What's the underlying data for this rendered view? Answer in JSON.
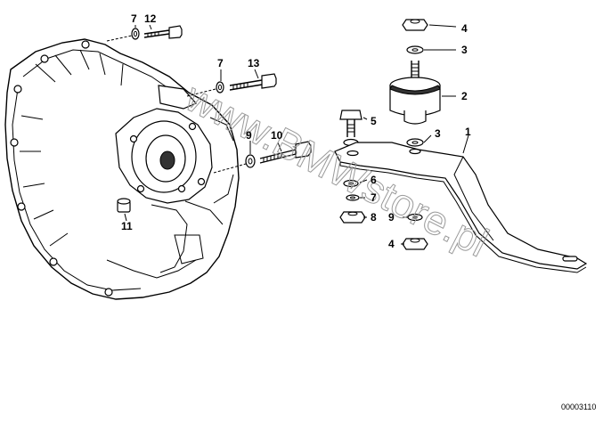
{
  "callouts": [
    {
      "id": "c7a",
      "text": "7"
    },
    {
      "id": "c12",
      "text": "12"
    },
    {
      "id": "c7b",
      "text": "7"
    },
    {
      "id": "c13",
      "text": "13"
    },
    {
      "id": "c9a",
      "text": "9"
    },
    {
      "id": "c10",
      "text": "10"
    },
    {
      "id": "c11",
      "text": "11"
    },
    {
      "id": "c4a",
      "text": "4"
    },
    {
      "id": "c3a",
      "text": "3"
    },
    {
      "id": "c2",
      "text": "2"
    },
    {
      "id": "c5",
      "text": "5"
    },
    {
      "id": "c3b",
      "text": "3"
    },
    {
      "id": "c1",
      "text": "1"
    },
    {
      "id": "c6",
      "text": "6"
    },
    {
      "id": "c7c",
      "text": "7"
    },
    {
      "id": "c8",
      "text": "8"
    },
    {
      "id": "c9b",
      "text": "9"
    },
    {
      "id": "c4b",
      "text": "4"
    }
  ],
  "watermark": "www.BMWstore.pl",
  "reference_number": "00003110"
}
